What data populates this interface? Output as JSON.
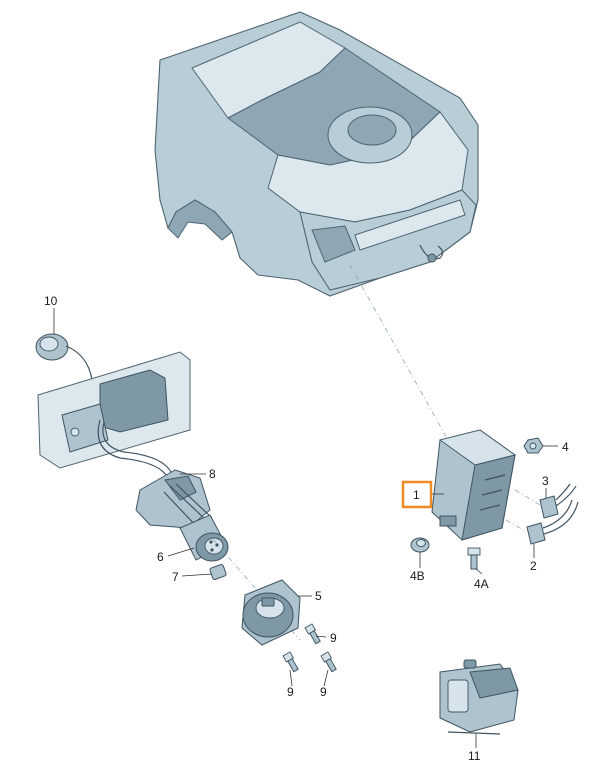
{
  "callouts": {
    "c1": "1",
    "c2": "2",
    "c3": "3",
    "c4": "4",
    "c4a": "4A",
    "c4b": "4B",
    "c5": "5",
    "c6": "6",
    "c7": "7",
    "c8": "8",
    "c9a": "9",
    "c9b": "9",
    "c9c": "9",
    "c10": "10",
    "c11": "11"
  },
  "colors": {
    "highlight": "#f08a24",
    "part": "#aec3ce",
    "outline": "#3e5461"
  },
  "selected_part": "1"
}
